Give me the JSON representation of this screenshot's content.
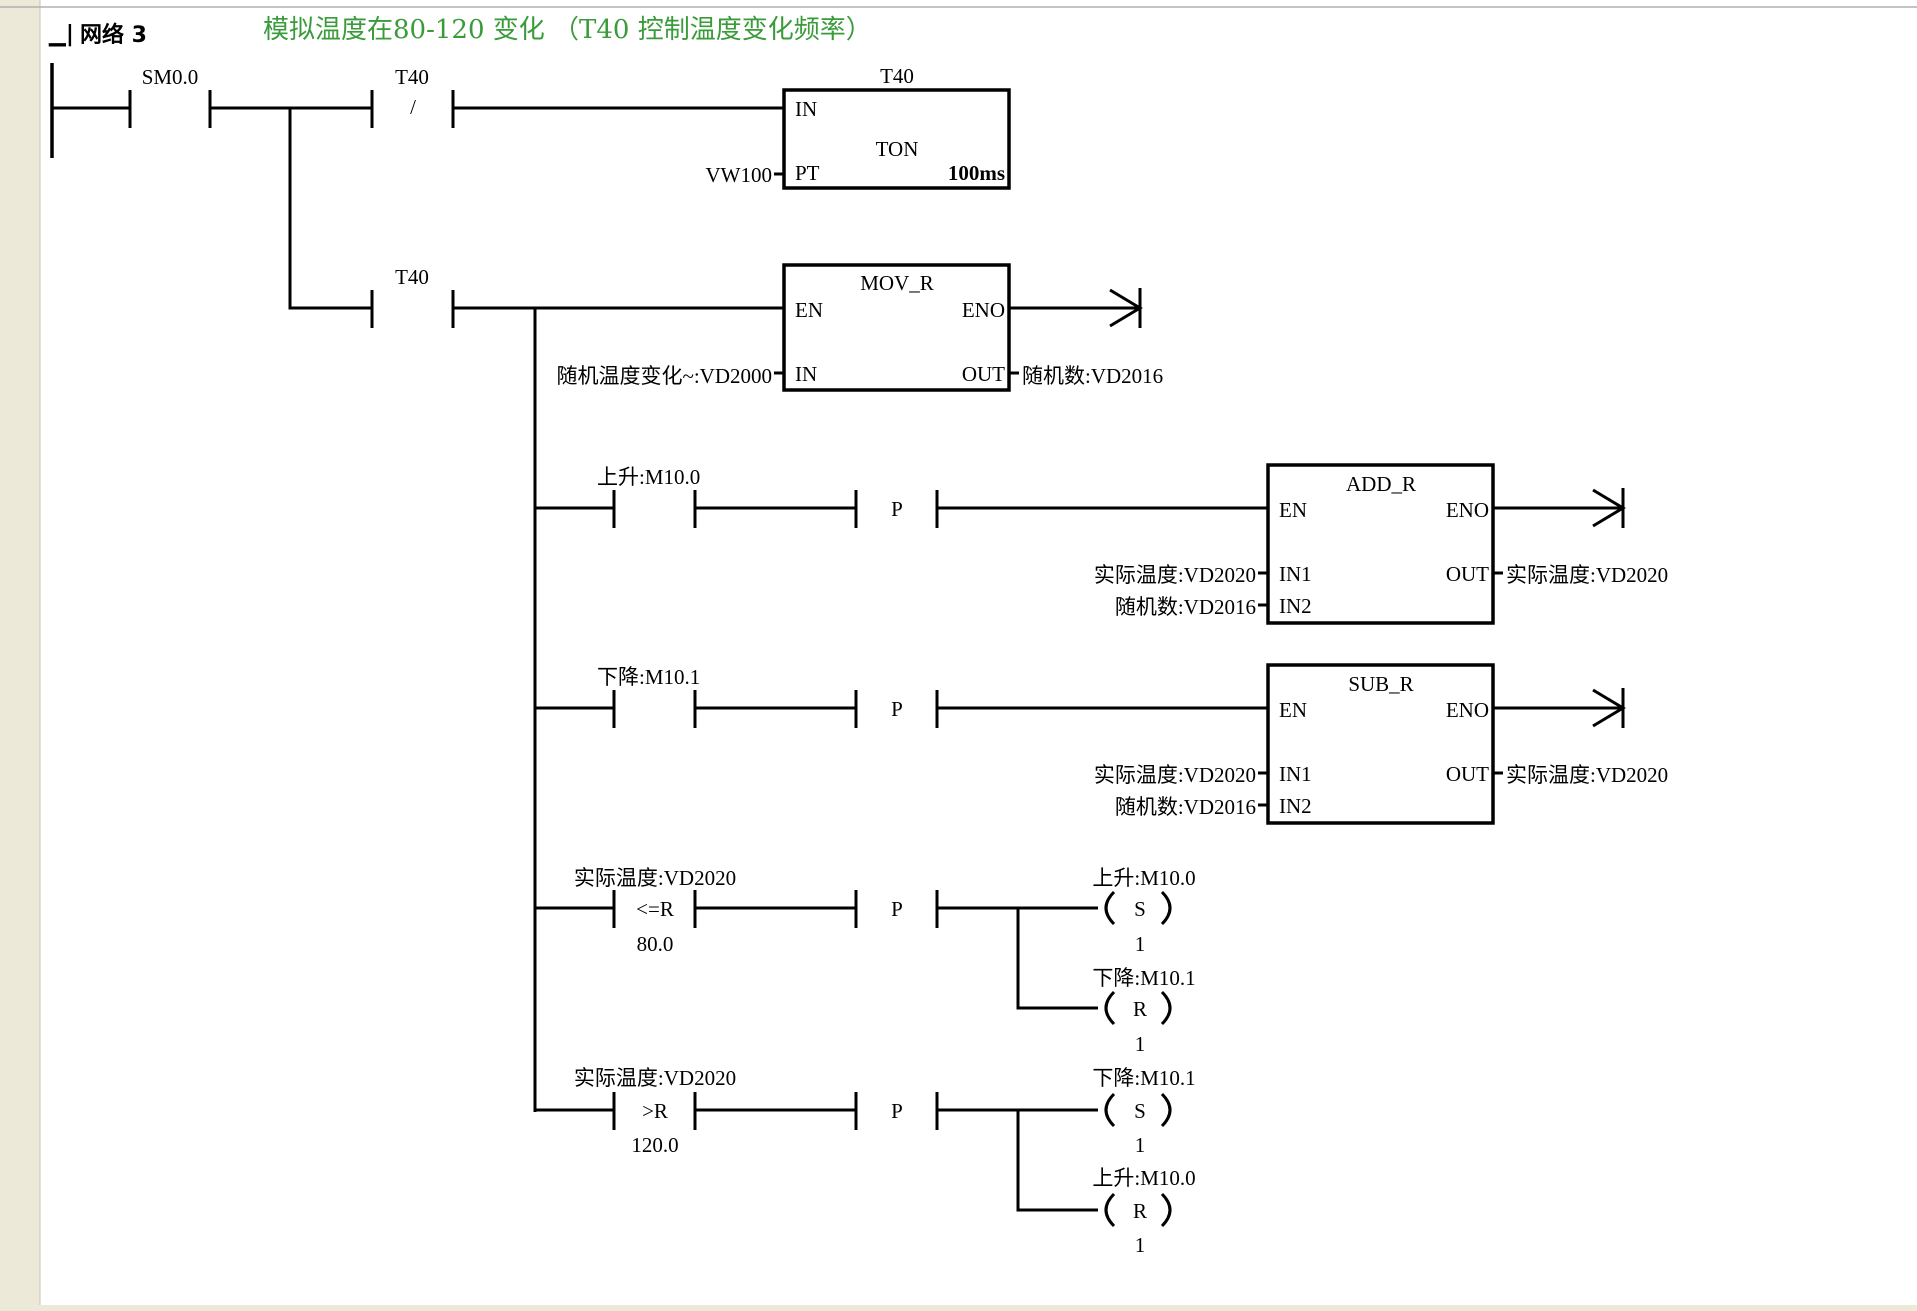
{
  "colors": {
    "background": "#ffffff",
    "gutter": "#ece9d8",
    "wire": "#000000",
    "comment": "#3a9b3a",
    "separator": "#b0b0b0"
  },
  "network": {
    "collapse_glyph": "▁|",
    "title": "网络 3",
    "comment": "模拟温度在80-120 变化 （T40 控制温度变化频率）"
  },
  "rung1": {
    "contact_sm00": {
      "label": "SM0.0"
    },
    "contact_t40_nc": {
      "label": "T40",
      "symbol": "/"
    },
    "timer": {
      "name": "T40",
      "type": "TON",
      "in_pin": "IN",
      "pt_pin": "PT",
      "pt_value": "VW100",
      "resolution": "100ms"
    }
  },
  "rung2": {
    "contact_t40": {
      "label": "T40"
    },
    "mov": {
      "name": "MOV_R",
      "en": "EN",
      "eno": "ENO",
      "in_pin": "IN",
      "out_pin": "OUT",
      "in_value": "随机温度变化~:VD2000",
      "out_value": "随机数:VD2016"
    }
  },
  "rung3": {
    "contact": {
      "label": "上升:M10.0"
    },
    "edge": "P",
    "add": {
      "name": "ADD_R",
      "en": "EN",
      "eno": "ENO",
      "in1_pin": "IN1",
      "in2_pin": "IN2",
      "out_pin": "OUT",
      "in1_value": "实际温度:VD2020",
      "in2_value": "随机数:VD2016",
      "out_value": "实际温度:VD2020"
    }
  },
  "rung4": {
    "contact": {
      "label": "下降:M10.1"
    },
    "edge": "P",
    "sub": {
      "name": "SUB_R",
      "en": "EN",
      "eno": "ENO",
      "in1_pin": "IN1",
      "in2_pin": "IN2",
      "out_pin": "OUT",
      "in1_value": "实际温度:VD2020",
      "in2_value": "随机数:VD2016",
      "out_value": "实际温度:VD2020"
    }
  },
  "rung5": {
    "compare": {
      "operand1": "实际温度:VD2020",
      "operator": "<=R",
      "operand2": "80.0"
    },
    "edge": "P",
    "coil_set": {
      "label": "上升:M10.0",
      "type": "S",
      "count": "1"
    },
    "coil_reset": {
      "label": "下降:M10.1",
      "type": "R",
      "count": "1"
    }
  },
  "rung6": {
    "compare": {
      "operand1": "实际温度:VD2020",
      "operator": ">R",
      "operand2": "120.0"
    },
    "edge": "P",
    "coil_set": {
      "label": "下降:M10.1",
      "type": "S",
      "count": "1"
    },
    "coil_reset": {
      "label": "上升:M10.0",
      "type": "R",
      "count": "1"
    }
  }
}
